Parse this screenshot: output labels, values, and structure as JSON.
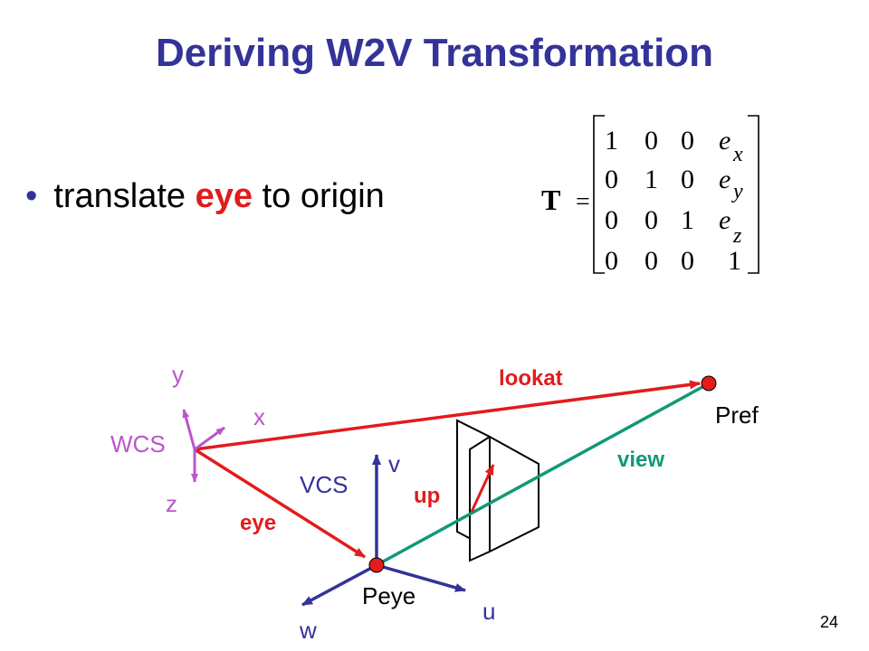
{
  "slide": {
    "title": "Deriving W2V Transformation",
    "bullet": {
      "symbol": "•",
      "before": "translate",
      "highlight": "eye",
      "after": "to origin"
    },
    "page_number": "24"
  },
  "matrix": {
    "name": "T",
    "equals": "=",
    "rows": [
      [
        "1",
        "0",
        "0",
        "e",
        "x"
      ],
      [
        "0",
        "1",
        "0",
        "e",
        "y"
      ],
      [
        "0",
        "0",
        "1",
        "e",
        "z"
      ],
      [
        "0",
        "0",
        "0",
        "1",
        ""
      ]
    ]
  },
  "diagram": {
    "wcs": {
      "label": "WCS",
      "x": "x",
      "y": "y",
      "z": "z"
    },
    "vcs": {
      "label": "VCS",
      "u": "u",
      "v": "v",
      "w": "w"
    },
    "points": {
      "eye_point": "Peye",
      "ref_point": "Pref"
    },
    "vectors": {
      "lookat": "lookat",
      "view": "view",
      "eye": "eye",
      "up": "up"
    }
  },
  "colors": {
    "title": "#333399",
    "accent_red": "#e21b1b",
    "wcs_purple": "#bb55cc",
    "vcs_blue": "#333399",
    "view_green": "#119977"
  }
}
